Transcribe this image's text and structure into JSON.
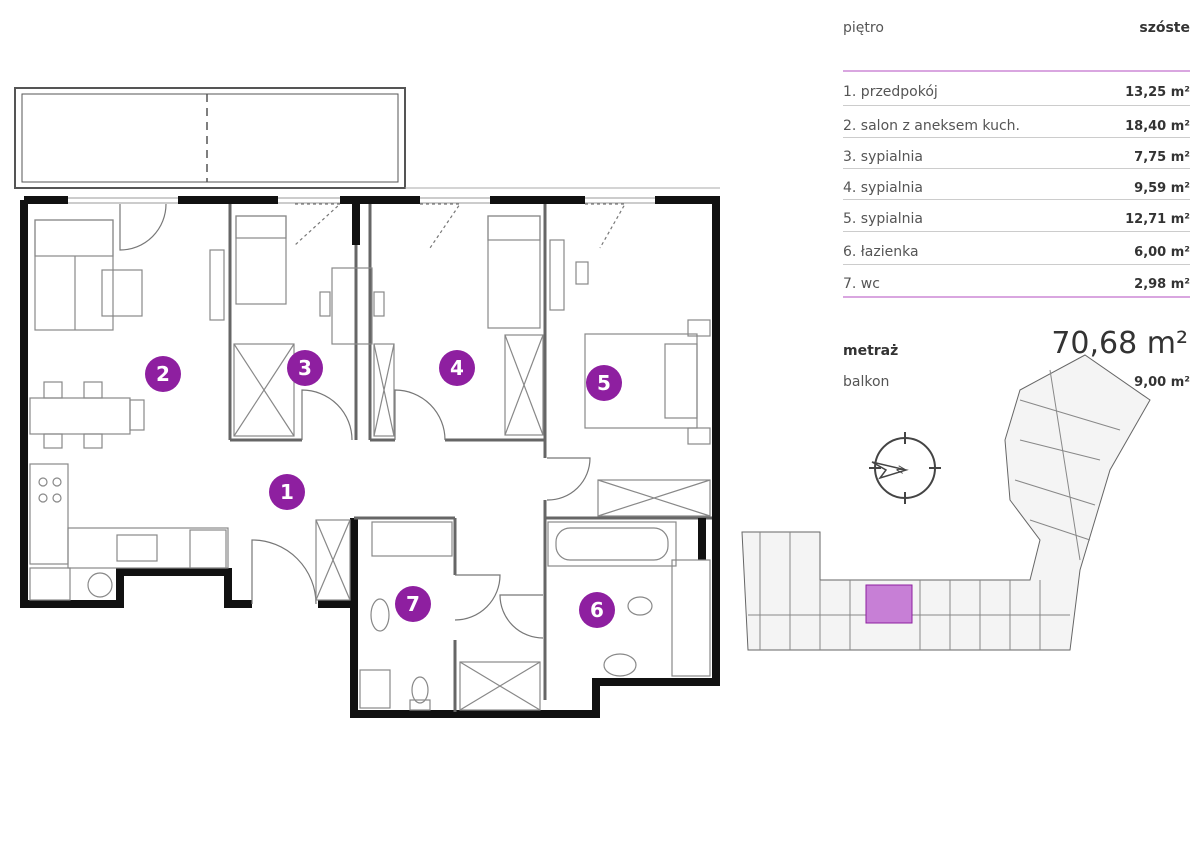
{
  "floor": {
    "label": "piętro",
    "value": "szóste"
  },
  "rooms": [
    {
      "number": "1",
      "name": "1. przedpokój",
      "area": "13,25 m²"
    },
    {
      "number": "2",
      "name": "2. salon z aneksem kuch.",
      "area": "18,40 m²"
    },
    {
      "number": "3",
      "name": "3. sypialnia",
      "area": "7,75 m²"
    },
    {
      "number": "4",
      "name": "4. sypialnia",
      "area": "9,59 m²"
    },
    {
      "number": "5",
      "name": "5. sypialnia",
      "area": "12,71 m²"
    },
    {
      "number": "6",
      "name": "6. łazienka",
      "area": "6,00 m²"
    },
    {
      "number": "7",
      "name": "7. wc",
      "area": "2,98 m²"
    }
  ],
  "total": {
    "label": "metraż",
    "value": "70,68 m²"
  },
  "balcony": {
    "label": "balkon",
    "value": "9,00 m²"
  },
  "colors": {
    "accent": "#8e1fa0",
    "wall": "#111111",
    "highlight": "#c77fd6"
  }
}
